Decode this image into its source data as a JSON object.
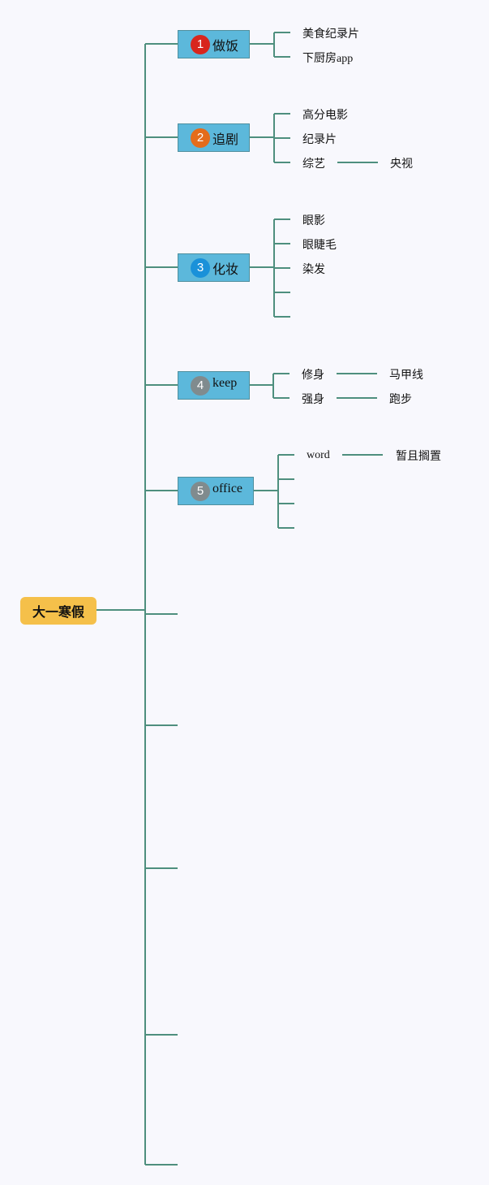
{
  "root": {
    "label": "大一寒假"
  },
  "colors": {
    "background": "#f8f8fd",
    "line": "#4e8f7e",
    "root_fill": "#f5c04a",
    "topic_fill": "#5cb8db",
    "badge_1": "#d8261d",
    "badge_2": "#e46c1b",
    "badge_3": "#1a91d9",
    "badge_4": "#808b8e",
    "badge_5": "#808b8e"
  },
  "topics": [
    {
      "number": "1",
      "label": "做饭",
      "children": [
        {
          "label": "美食纪录片"
        },
        {
          "label": "下厨房app"
        }
      ]
    },
    {
      "number": "2",
      "label": "追剧",
      "children": [
        {
          "label": "高分电影"
        },
        {
          "label": "纪录片"
        },
        {
          "label": "综艺",
          "child": "央视"
        }
      ]
    },
    {
      "number": "3",
      "label": "化妆",
      "children": [
        {
          "label": "眼影"
        },
        {
          "label": "眼睫毛"
        },
        {
          "label": "染发"
        },
        {
          "label": ""
        },
        {
          "label": ""
        }
      ]
    },
    {
      "number": "4",
      "label": "keep",
      "children": [
        {
          "label": "修身",
          "child": "马甲线"
        },
        {
          "label": "强身",
          "child": "跑步"
        }
      ]
    },
    {
      "number": "5",
      "label": "office",
      "children": [
        {
          "label": "word",
          "child": "暂且搁置"
        },
        {
          "label": ""
        },
        {
          "label": ""
        },
        {
          "label": ""
        }
      ]
    },
    {
      "label": ""
    },
    {
      "label": ""
    },
    {
      "label": ""
    },
    {
      "label": ""
    },
    {
      "label": ""
    }
  ]
}
